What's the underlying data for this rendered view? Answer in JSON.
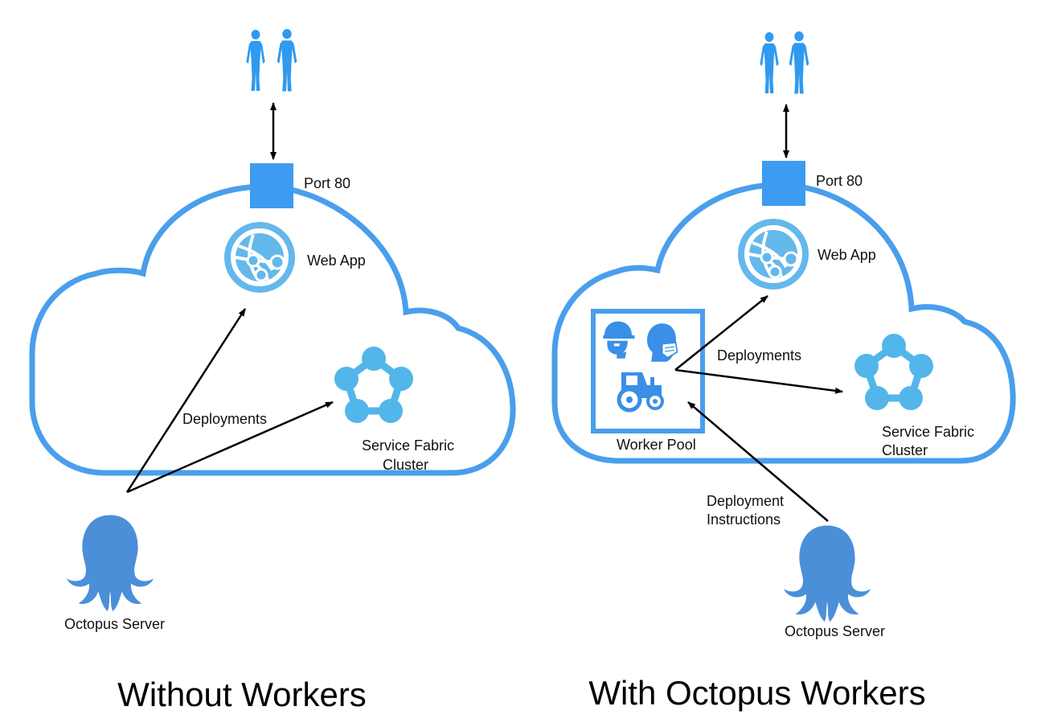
{
  "left_panel": {
    "port_label": "Port 80",
    "web_app_label": "Web App",
    "deployments_label": "Deployments",
    "service_fabric_label_line1": "Service Fabric",
    "service_fabric_label_line2": "Cluster",
    "octopus_label": "Octopus Server",
    "caption": "Without Workers"
  },
  "right_panel": {
    "port_label": "Port 80",
    "web_app_label": "Web App",
    "worker_pool_label": "Worker Pool",
    "deployments_label": "Deployments",
    "service_fabric_label_line1": "Service Fabric",
    "service_fabric_label_line2": "Cluster",
    "instructions_label_line1": "Deployment",
    "instructions_label_line2": "Instructions",
    "octopus_label": "Octopus Server",
    "caption": "With Octopus Workers"
  },
  "icons": [
    "users-icon",
    "port-icon",
    "web-app-icon",
    "service-fabric-icon",
    "octopus-icon",
    "hard-hat-worker-icon",
    "masked-worker-icon",
    "tractor-icon"
  ],
  "colors": {
    "cloud_stroke": "#4a9eec",
    "port_fill": "#3d9cf2",
    "web_app": "#63b8ec",
    "service_fabric": "#52b6ea",
    "octopus": "#4b8fd9",
    "people": "#2f9af0",
    "worker_icons": "#3a8fe6",
    "arrow": "#000000"
  }
}
